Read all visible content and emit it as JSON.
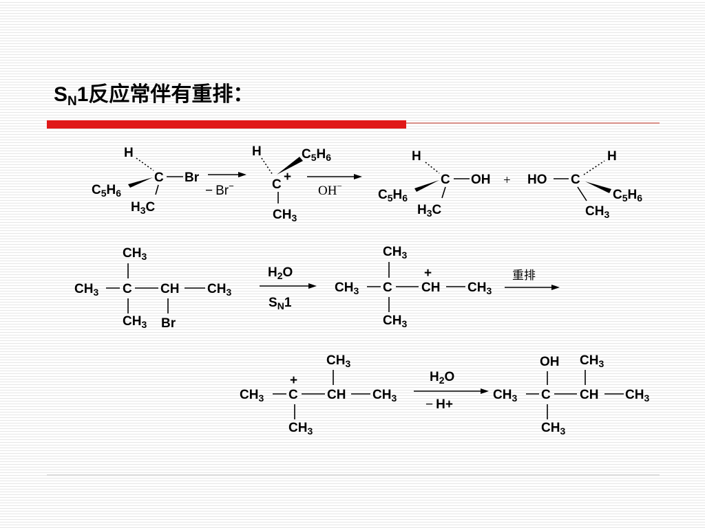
{
  "title": {
    "main": "S",
    "subscript": "N",
    "rest": "1反应常伴有重排："
  },
  "reaction1": {
    "reactant": {
      "h": "H",
      "c": "C",
      "br": "Br",
      "c5h6_a": "C",
      "c5h6_b": "5",
      "c5h6_c": "H",
      "c5h6_d": "6",
      "h3c_a": "H",
      "h3c_b": "3",
      "h3c_c": "C"
    },
    "step1": {
      "minus": "−",
      "br": "Br",
      "sup": "−"
    },
    "cation": {
      "h": "H",
      "c": "C",
      "plus": "+",
      "c5h6_a": "C",
      "c5h6_b": "5",
      "c5h6_c": "H",
      "c5h6_d": "6",
      "ch3_a": "CH",
      "ch3_b": "3"
    },
    "step2": {
      "oh": "OH",
      "sup": "−"
    },
    "product1": {
      "h": "H",
      "c": "C",
      "oh": "OH",
      "c5h6_a": "C",
      "c5h6_b": "5",
      "c5h6_c": "H",
      "c5h6_d": "6",
      "h3c_a": "H",
      "h3c_b": "3",
      "h3c_c": "C"
    },
    "plus": "+",
    "product2": {
      "ho": "HO",
      "c": "C",
      "h": "H",
      "c5h6_a": "C",
      "c5h6_b": "5",
      "c5h6_c": "H",
      "c5h6_d": "6",
      "ch3_a": "CH",
      "ch3_b": "3"
    }
  },
  "reaction2": {
    "reactant": {
      "ch3": "CH",
      "sub3": "3",
      "c": "C",
      "ch": "CH",
      "br": "Br"
    },
    "reagent_top": {
      "h": "H",
      "two": "2",
      "o": "O"
    },
    "reagent_bottom": {
      "s": "S",
      "n": "N",
      "one": "1"
    },
    "cation": {
      "ch3": "CH",
      "sub3": "3",
      "c": "C",
      "ch": "CH",
      "plus": "+"
    },
    "rearrange_label": "重排"
  },
  "reaction3": {
    "cation": {
      "ch3": "CH",
      "sub3": "3",
      "c": "C",
      "ch": "CH",
      "plus": "+"
    },
    "reagent_top": {
      "h": "H",
      "two": "2",
      "o": "O"
    },
    "reagent_bottom": {
      "minus": "−",
      "h": "H",
      "plus": "+"
    },
    "product": {
      "ch3": "CH",
      "sub3": "3",
      "c": "C",
      "ch": "CH",
      "oh": "OH"
    }
  }
}
